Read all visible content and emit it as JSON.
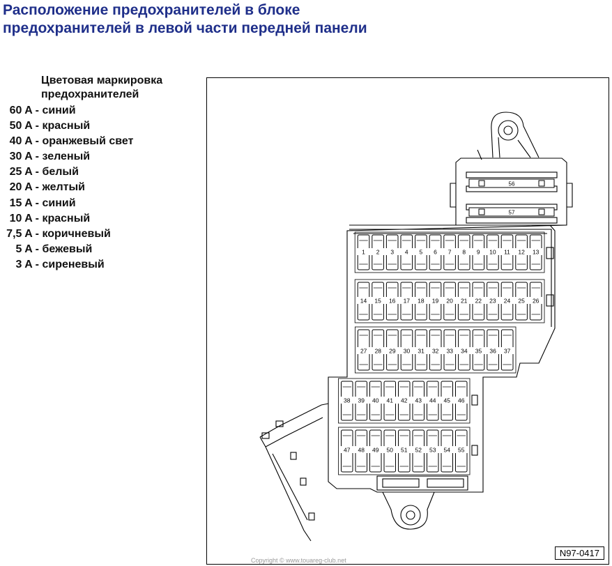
{
  "title": "Расположение предохранителей в блоке предохранителей в левой части передней панели",
  "legend": {
    "heading": "Цветовая маркировка предохранителей",
    "items": [
      {
        "amp": "60 A -",
        "color": "синий"
      },
      {
        "amp": "50 A -",
        "color": "красный"
      },
      {
        "amp": "40 A -",
        "color": "оранжевый свет"
      },
      {
        "amp": "30 A -",
        "color": "зеленый"
      },
      {
        "amp": "25 A -",
        "color": "белый"
      },
      {
        "amp": "20 A -",
        "color": "желтый"
      },
      {
        "amp": "15 A -",
        "color": "синий"
      },
      {
        "amp": "10 A -",
        "color": "красный"
      },
      {
        "amp": "7,5 A -",
        "color": "коричневый"
      },
      {
        "amp": "5 A -",
        "color": "бежевый"
      },
      {
        "amp": "3 A -",
        "color": "сиреневый"
      }
    ]
  },
  "diagram": {
    "code": "N97-0417",
    "big_fuses": [
      "56",
      "57"
    ],
    "rows": [
      [
        "13",
        "12",
        "11",
        "10",
        "9",
        "8",
        "7",
        "6",
        "5",
        "4",
        "3",
        "2",
        "1"
      ],
      [
        "26",
        "25",
        "24",
        "23",
        "22",
        "21",
        "20",
        "19",
        "18",
        "17",
        "16",
        "15",
        "14"
      ],
      [
        "37",
        "36",
        "35",
        "34",
        "33",
        "32",
        "31",
        "30",
        "29",
        "28",
        "27"
      ],
      [
        "46",
        "45",
        "44",
        "43",
        "42",
        "41",
        "40",
        "39",
        "38"
      ],
      [
        "55",
        "54",
        "53",
        "52",
        "51",
        "50",
        "49",
        "48",
        "47"
      ]
    ]
  },
  "copyright": "Copyright © www.touareg-club.net"
}
